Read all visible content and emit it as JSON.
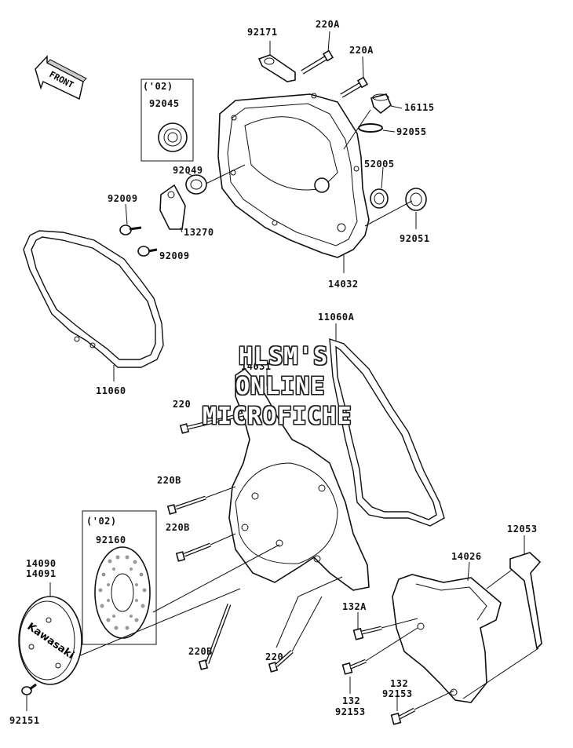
{
  "watermark": {
    "line1": "HLSM'S",
    "line2": "ONLINE",
    "line3": "MICROFICHE"
  },
  "front_arrow": {
    "label": "FRONT"
  },
  "labels": {
    "p92171": "92171",
    "p220A_1": "220A",
    "p220A_2": "220A",
    "p16115": "16115",
    "p92055": "92055",
    "p52005": "52005",
    "p92051": "92051",
    "p14032": "14032",
    "p02_a": "('02)",
    "p92045": "92045",
    "p92049": "92049",
    "p92009_1": "92009",
    "p13270": "13270",
    "p92009_2": "92009",
    "p11060": "11060",
    "p11060A": "11060A",
    "p14031": "14031",
    "p220_1": "220",
    "p220B_1": "220B",
    "p220B_2": "220B",
    "p02_b": "('02)",
    "p92160": "92160",
    "p14090": "14090",
    "p14091": "14091",
    "p92151": "92151",
    "p220B_3": "220B",
    "p220_2": "220",
    "p132A": "132A",
    "p14026": "14026",
    "p12053": "12053",
    "p132_1": "132",
    "p92153_1": "92153",
    "p132_2": "132",
    "p92153_2": "92153"
  },
  "cover_logo": "Kawasaki"
}
